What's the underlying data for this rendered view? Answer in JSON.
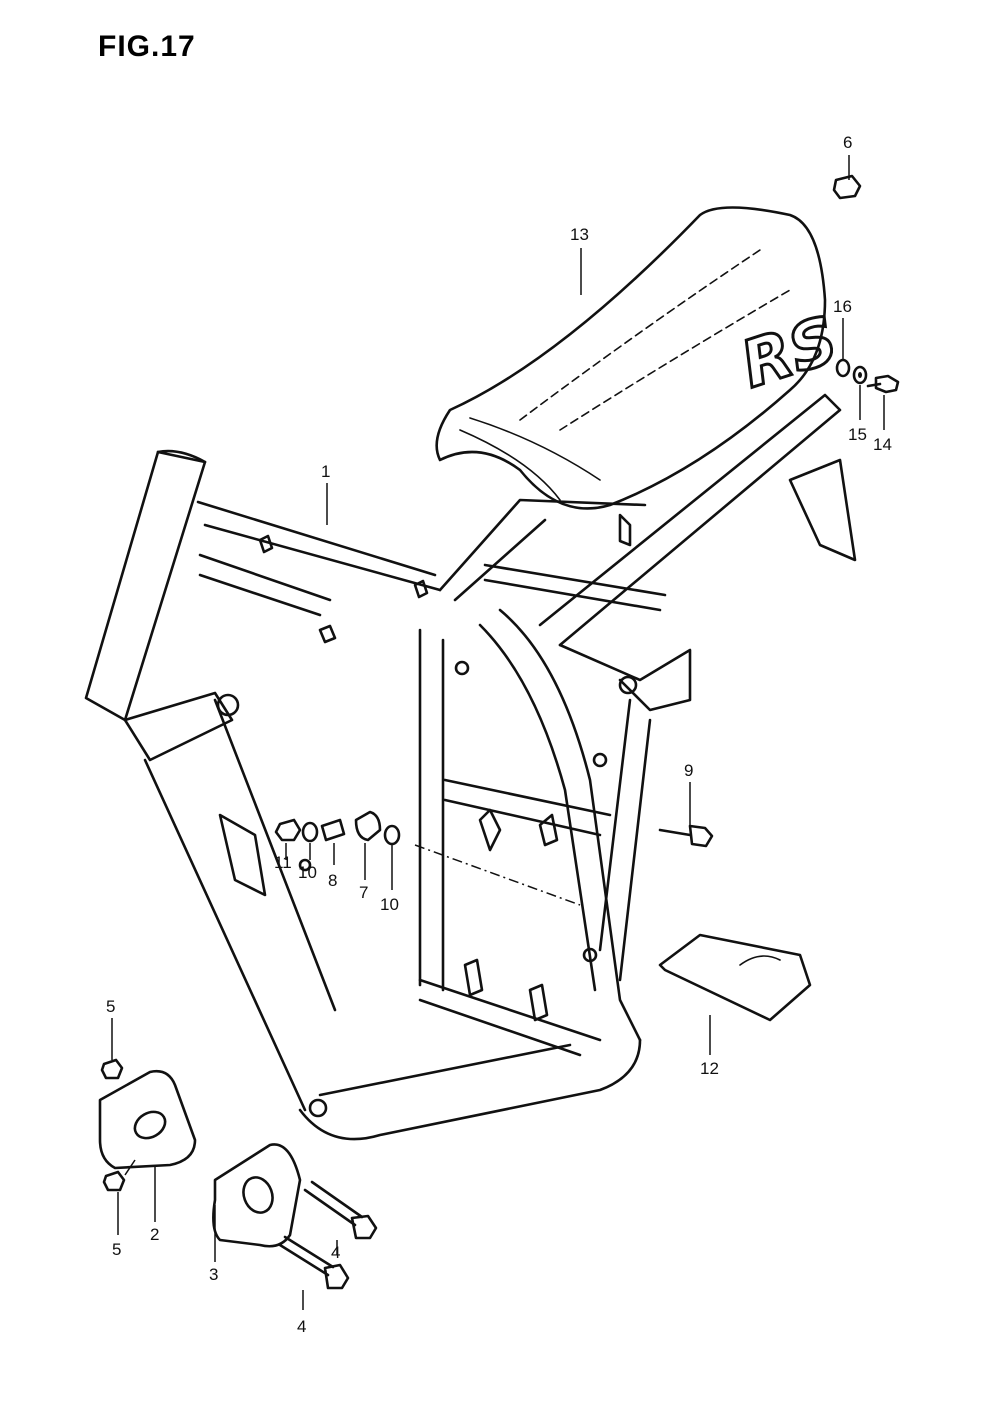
{
  "figure": {
    "title": "FIG.17"
  },
  "seat_logo": "RS",
  "callouts": {
    "c1": "1",
    "c2": "2",
    "c3": "3",
    "c4a": "4",
    "c4b": "4",
    "c5a": "5",
    "c5b": "5",
    "c6": "6",
    "c7": "7",
    "c8": "8",
    "c9": "9",
    "c10a": "10",
    "c10b": "10",
    "c11": "11",
    "c12": "12",
    "c13": "13",
    "c14": "14",
    "c15": "15",
    "c16": "16"
  }
}
